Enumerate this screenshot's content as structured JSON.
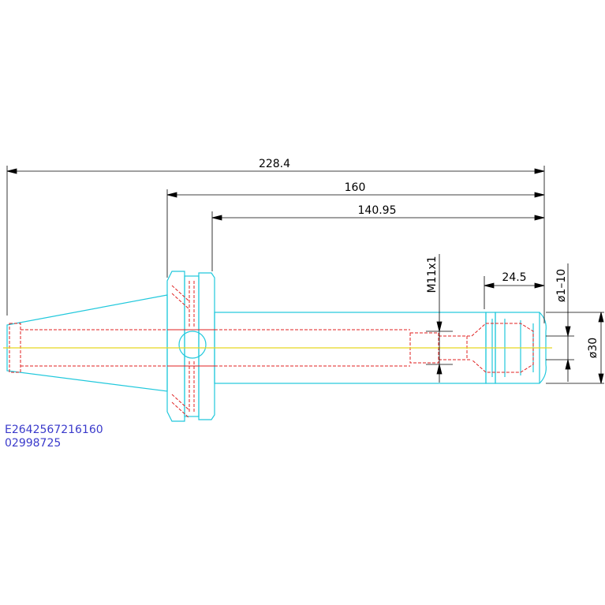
{
  "dimensions": {
    "overall_length": "228.4",
    "flange_to_tip": "160",
    "collar_to_tip": "140.95",
    "nut_length": "24.5",
    "thread": "M11x1",
    "clamp_range": "ø1–10",
    "nut_diameter": "ø30"
  },
  "codes": {
    "line1": "E2642567216160",
    "line2": "02998725"
  },
  "colors": {
    "outline": "#20c8dc",
    "hidden": "#e02020",
    "centerline": "#e8d820",
    "dimension": "#000000",
    "code_text": "#3a3acb"
  }
}
